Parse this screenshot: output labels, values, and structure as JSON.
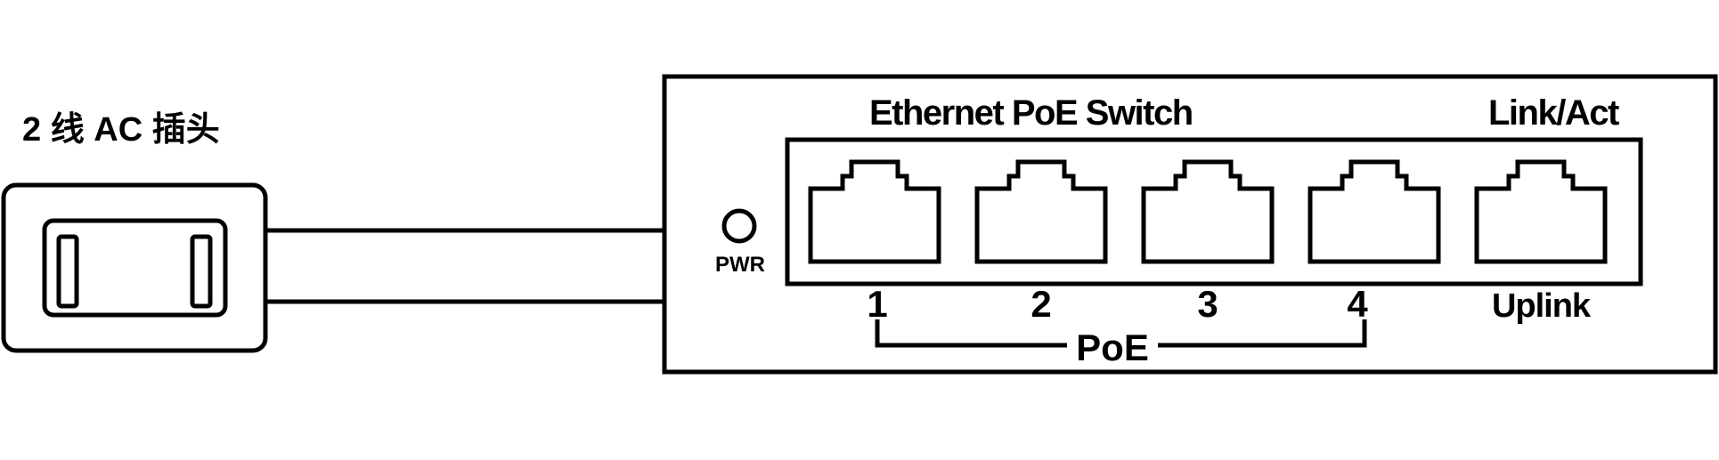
{
  "plug": {
    "label": "2 线 AC 插头"
  },
  "switch": {
    "title": "Ethernet PoE Switch",
    "status_label": "Link/Act",
    "power_label": "PWR",
    "ports": [
      {
        "label": "1",
        "poe": true
      },
      {
        "label": "2",
        "poe": true
      },
      {
        "label": "3",
        "poe": true
      },
      {
        "label": "4",
        "poe": true
      },
      {
        "label": "Uplink",
        "poe": false
      }
    ],
    "poe_group_label": "PoE"
  },
  "colors": {
    "stroke": "#000000",
    "background": "#ffffff"
  }
}
